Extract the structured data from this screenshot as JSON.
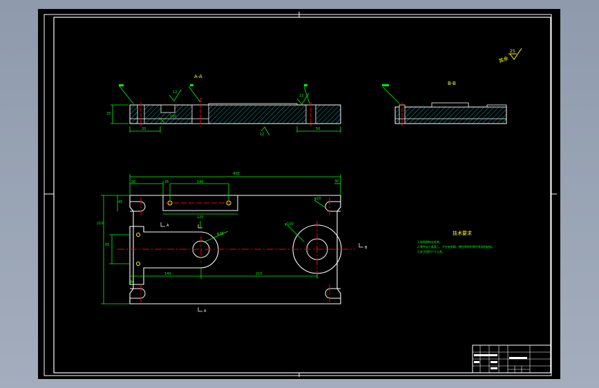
{
  "drawing": {
    "colors": {
      "background": "#000000",
      "viewport": "#9aa5b6",
      "frame": "#ffffff",
      "dimension": "#00ff00",
      "centerline": "#ff0000",
      "outline": "#ffffff",
      "hatch": "#00b4b4",
      "annotation": "#ffff00"
    },
    "section_views": {
      "left_label": "A-A",
      "right_label": "B-B"
    },
    "roughness_note": "其余",
    "tech_requirements": {
      "title": "技术要求",
      "lines": [
        "1.锐角倒钝去毛刺。",
        "2.零件加工表面上，不应有划痕、擦伤等损伤零件表面的缺陷。",
        "3.未注线性尺寸公差。"
      ]
    },
    "title_block": {
      "rows": [
        [
          "",
          "",
          "",
          "",
          ""
        ],
        [
          "",
          "",
          "",
          "",
          ""
        ],
        [
          "",
          "",
          "",
          "",
          ""
        ],
        [
          "",
          "",
          "",
          "",
          ""
        ]
      ]
    }
  }
}
